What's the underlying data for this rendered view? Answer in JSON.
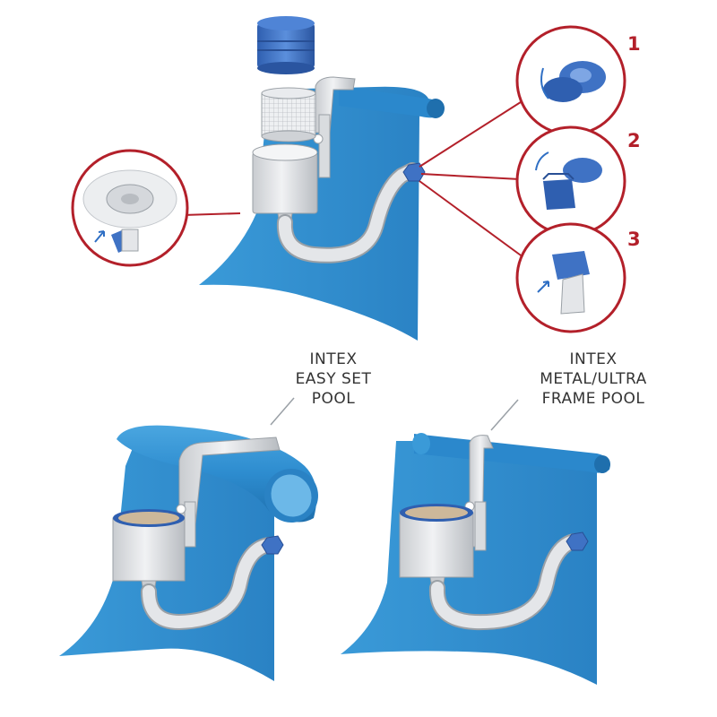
{
  "steps": [
    {
      "number": "1"
    },
    {
      "number": "2"
    },
    {
      "number": "3"
    }
  ],
  "labels": {
    "easy_set": [
      "INTEX",
      "EASY SET",
      "POOL"
    ],
    "frame": [
      "INTEX",
      "METAL/ULTRA",
      "FRAME POOL"
    ]
  },
  "colors": {
    "pool_blue": "#2f8fd0",
    "pool_dark": "#1f6fae",
    "accent_red": "#b3202a",
    "part_blue": "#3f72c4",
    "skimmer_gray": "#e1e3e6",
    "outline_gray": "#9aa0a6"
  },
  "icons": [
    "skimmer-basket-icon",
    "hose-icon",
    "fitting-adapter-icon",
    "rotate-arrow-icon",
    "up-arrow-icon",
    "return-jet-icon"
  ]
}
